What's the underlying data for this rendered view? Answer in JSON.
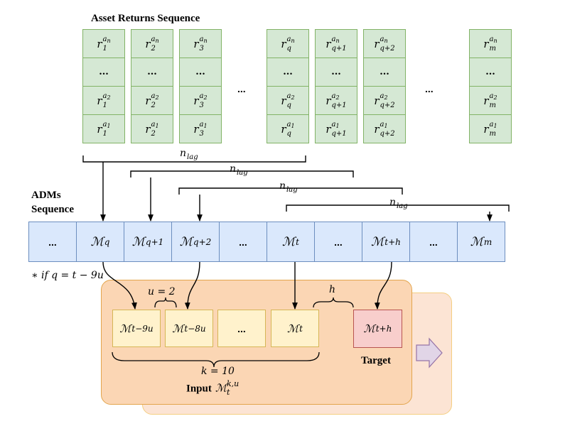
{
  "title": "Asset Returns Sequence",
  "adms_label_line1": "ADMs",
  "adms_label_line2": "Sequence",
  "return_columns": [
    {
      "top": {
        "base": "r",
        "sub": "1",
        "sup": "a",
        "supsub": "n"
      },
      "dots": "...",
      "second": {
        "base": "r",
        "sub": "1",
        "sup": "a",
        "supsub": "2"
      },
      "bottom": {
        "base": "r",
        "sub": "1",
        "sup": "a",
        "supsub": "1"
      }
    },
    {
      "top": {
        "base": "r",
        "sub": "2",
        "sup": "a",
        "supsub": "n"
      },
      "dots": "...",
      "second": {
        "base": "r",
        "sub": "2",
        "sup": "a",
        "supsub": "2"
      },
      "bottom": {
        "base": "r",
        "sub": "2",
        "sup": "a",
        "supsub": "1"
      }
    },
    {
      "top": {
        "base": "r",
        "sub": "3",
        "sup": "a",
        "supsub": "n"
      },
      "dots": "...",
      "second": {
        "base": "r",
        "sub": "3",
        "sup": "a",
        "supsub": "2"
      },
      "bottom": {
        "base": "r",
        "sub": "3",
        "sup": "a",
        "supsub": "1"
      }
    },
    {
      "top": {
        "base": "r",
        "sub": "q",
        "sup": "a",
        "supsub": "n"
      },
      "dots": "...",
      "second": {
        "base": "r",
        "sub": "q",
        "sup": "a",
        "supsub": "2"
      },
      "bottom": {
        "base": "r",
        "sub": "q",
        "sup": "a",
        "supsub": "1"
      }
    },
    {
      "top": {
        "base": "r",
        "sub": "q+1",
        "sup": "a",
        "supsub": "n"
      },
      "dots": "...",
      "second": {
        "base": "r",
        "sub": "q+1",
        "sup": "a",
        "supsub": "2"
      },
      "bottom": {
        "base": "r",
        "sub": "q+1",
        "sup": "a",
        "supsub": "1"
      }
    },
    {
      "top": {
        "base": "r",
        "sub": "q+2",
        "sup": "a",
        "supsub": "n"
      },
      "dots": "...",
      "second": {
        "base": "r",
        "sub": "q+2",
        "sup": "a",
        "supsub": "2"
      },
      "bottom": {
        "base": "r",
        "sub": "q+2",
        "sup": "a",
        "supsub": "1"
      }
    },
    {
      "top": {
        "base": "r",
        "sub": "m",
        "sup": "a",
        "supsub": "n"
      },
      "dots": "...",
      "second": {
        "base": "r",
        "sub": "m",
        "sup": "a",
        "supsub": "2"
      },
      "bottom": {
        "base": "r",
        "sub": "m",
        "sup": "a",
        "supsub": "1"
      }
    }
  ],
  "top_gap_dots": [
    "...",
    "..."
  ],
  "nlag_labels": [
    {
      "base": "n",
      "sub": "lag"
    },
    {
      "base": "n",
      "sub": "lag"
    },
    {
      "base": "n",
      "sub": "lag"
    },
    {
      "base": "n",
      "sub": "lag"
    }
  ],
  "adm_sequence": [
    {
      "text": "...",
      "sub": "",
      "dots": true
    },
    {
      "text": "ℳ",
      "sub": "q",
      "dots": false
    },
    {
      "text": "ℳ",
      "sub": "q+1",
      "dots": false
    },
    {
      "text": "ℳ",
      "sub": "q+2",
      "dots": false
    },
    {
      "text": "...",
      "sub": "",
      "dots": true
    },
    {
      "text": "ℳ",
      "sub": "t",
      "dots": false
    },
    {
      "text": "...",
      "sub": "",
      "dots": true
    },
    {
      "text": "ℳ",
      "sub": "t+h",
      "dots": false
    },
    {
      "text": "...",
      "sub": "",
      "dots": true
    },
    {
      "text": "ℳ",
      "sub": "m",
      "dots": false
    }
  ],
  "condition_note": "∗ if q = t − 9u",
  "input_cells": [
    {
      "text": "ℳ",
      "sub": "t−9u",
      "dots": false
    },
    {
      "text": "ℳ",
      "sub": "t−8u",
      "dots": false
    },
    {
      "text": "...",
      "sub": "",
      "dots": true
    },
    {
      "text": "ℳ",
      "sub": "t",
      "dots": false
    }
  ],
  "target_cell": {
    "text": "ℳ",
    "sub": "t+h"
  },
  "u_label": "u = 2",
  "h_label": "h",
  "k_label": "k = 10",
  "target_label": "Target",
  "input_label_prefix": "Input",
  "input_label_math": {
    "base": "ℳ",
    "sub": "t",
    "sup": "k,u"
  },
  "colors": {
    "green_fill": "#d5e8d4",
    "green_stroke": "#82b366",
    "blue_fill": "#dae8fc",
    "blue_stroke": "#6c8ebf",
    "yellow_fill": "#fff2cc",
    "yellow_stroke": "#d6b656",
    "red_fill": "#f8cecc",
    "red_stroke": "#b85450",
    "orange_panel": "#fbd6b4",
    "purple_arrow": "#e1d5e7"
  }
}
